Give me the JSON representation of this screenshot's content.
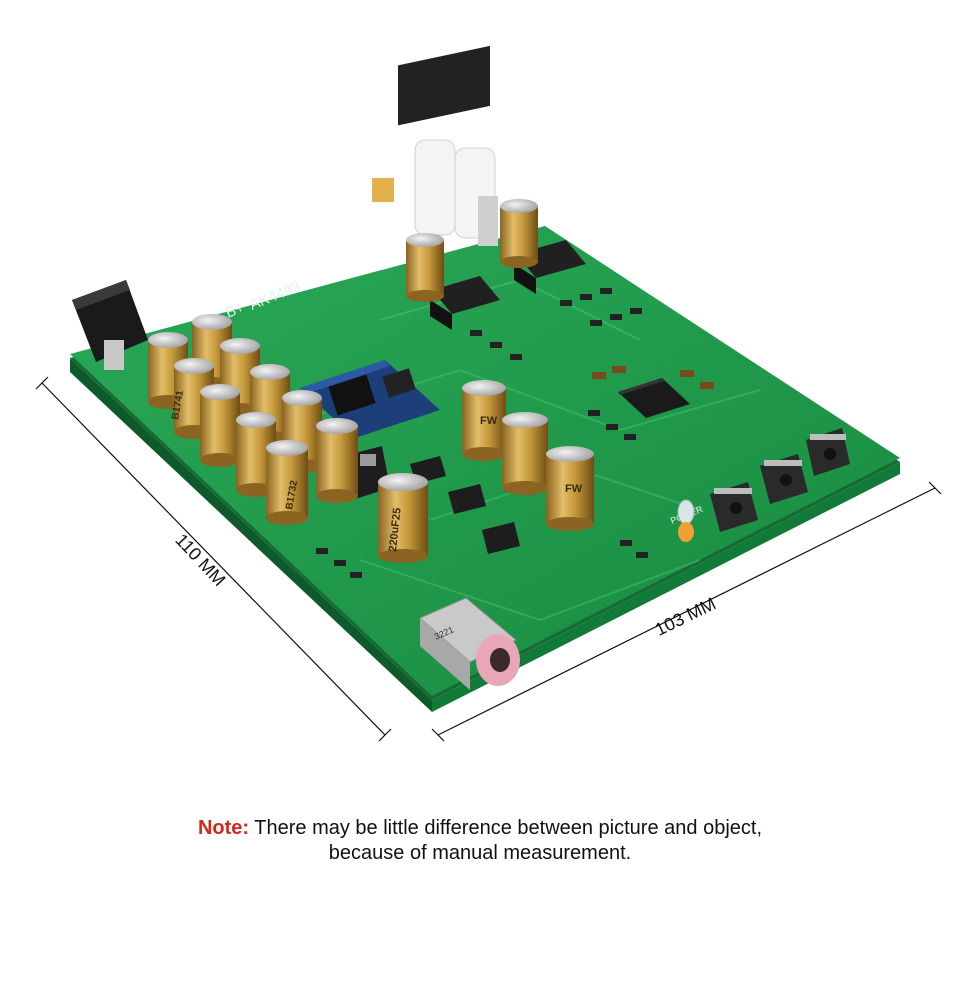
{
  "dimensions": {
    "height_label": "110 MM",
    "width_label": "103 MM"
  },
  "board": {
    "silkscreen_chip": "AK4493",
    "silkscreen_prefix": "B+",
    "cap_marks": {
      "fw": "FW",
      "voltage": "220uF25",
      "code_a": "B1741",
      "code_b": "B1732"
    },
    "audio_jack_code": "3221",
    "indicator_label": "POWER"
  },
  "note": {
    "label": "Note:",
    "line1": " There may be little difference between picture and object,",
    "line2": "because of manual measurement."
  },
  "colors": {
    "pcb": "#1f9a4a",
    "pcb_edge": "#146b33",
    "capacitor_gold": "#c69a3c",
    "note_red": "#d7261e"
  }
}
